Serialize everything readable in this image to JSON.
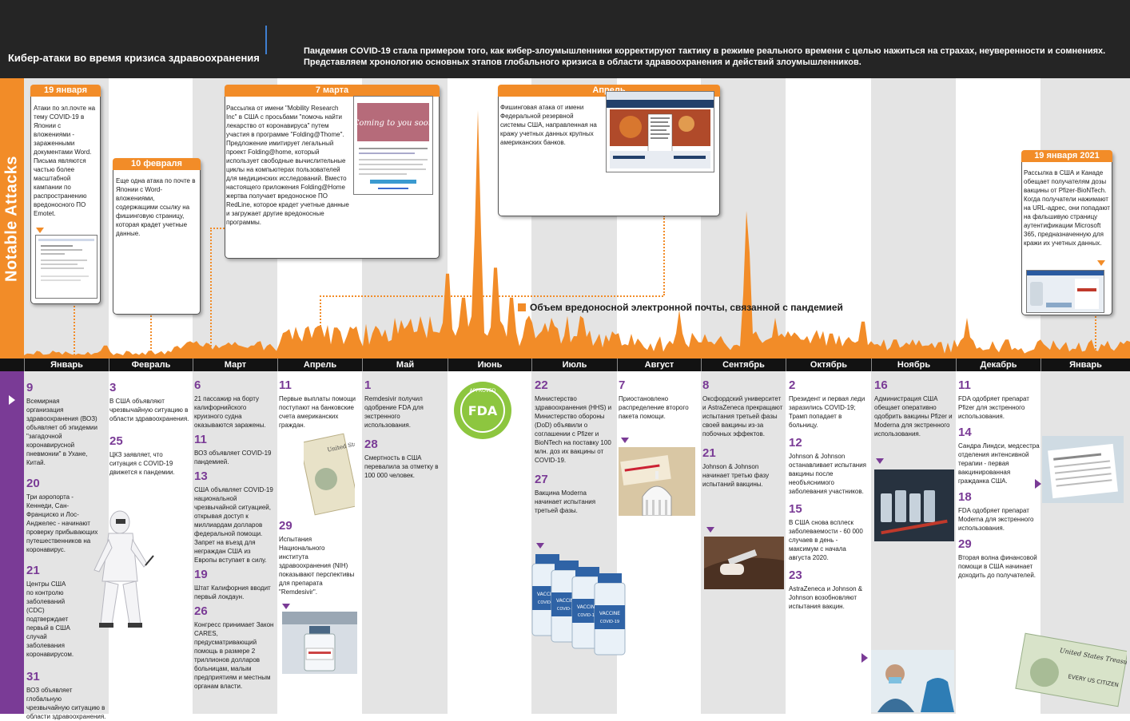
{
  "header": {
    "title": "Кибер-атаки во время кризиса здравоохранения",
    "intro": "Пандемия COVID-19 стала  примером того, как кибер-злоумышленники корректируют тактику в режиме реального времени с целью нажиться на страхах, неуверенности и сомнениях. Представляем хронологию основных этапов глобального кризиса в области здравоохранения и действий злоумышленников."
  },
  "sidebar_label": "Notable Attacks",
  "legend_label": "Объем вредоносной электронной почты, связанной с пандемией",
  "colors": {
    "orange": "#f28c28",
    "purple": "#7a3b96",
    "dark": "#252525",
    "grey_band": "#e4e4e4"
  },
  "months": [
    "Январь",
    "Февраль",
    "Март",
    "Апрель",
    "Май",
    "Июнь",
    "Июль",
    "Август",
    "Сентябрь",
    "Октябрь",
    "Ноябрь",
    "Декабрь",
    "Январь"
  ],
  "attacks": [
    {
      "date": "19 января",
      "text": "Атаки по эл.почте на тему COVID-19 в Японии с вложениями - зараженными документами Word. Письма являются частью более масштабной кампании по распространению вредоносного ПО Emotet."
    },
    {
      "date": "10 февраля",
      "text": "Еще одна атака по почте в Японии с Word-вложениями, содержащими ссылку на фишинговую страницу, которая крадет учетные данные."
    },
    {
      "date": "7 марта",
      "text": "Рассылка от имени \"Mobility Research Inc\" в США с просьбами \"помочь найти лекарство от коронавируса\" путем участия в программе \"Folding@Thome\". Предложение имитирует легальный проект Folding@home, который использует свободные вычислительные циклы на компьютерах пользователей для медицинских исследований. Вместо настоящего приложения Folding@Home жертва получает вредоносное ПО RedLine, которое крадет учетные данные и загружает другие вредоносные программы.",
      "image_text": "Coming to you soon"
    },
    {
      "date": "Апрель",
      "text": "Фишинговая атака от имени Федеральной резервной системы США, направленная на кражу учетных данных крупных американских банков."
    },
    {
      "date": "19 января 2021",
      "text": "Рассылка в США и Канаде обещает получателям дозы вакцины от Pfizer-BioNTech. Когда получатели нажимают на URL-адрес, они попадают на фальшивую страницу аутентификации Microsoft 365, предназначенную для кражи их учетных данных."
    }
  ],
  "events": [
    {
      "month": "Январь",
      "items": [
        {
          "day": "9",
          "text": "Всемирная организация здравоохранения (ВОЗ) объявляет об эпидемии \"загадочной коронавирусной пневмонии\" в Ухане, Китай."
        },
        {
          "day": "20",
          "text": "Три аэропорта - Кеннеди, Сан-Франциско и Лос-Анджелес - начинают проверку прибывающих путешественников на коронавирус."
        },
        {
          "day": "21",
          "text": "Центры США по контролю заболеваний (CDC) подтверждает первый в США случай заболевания коронавирусом."
        },
        {
          "day": "31",
          "text": "ВОЗ объявляет глобальную чрезвычайную ситуацию в области здравоохранения."
        }
      ]
    },
    {
      "month": "Февраль",
      "items": [
        {
          "day": "3",
          "text": "В США объявляют чрезвычайную ситуацию в области здравоохранения."
        },
        {
          "day": "25",
          "text": "ЦКЗ заявляет, что ситуация с COVID-19 движется к пандемии."
        }
      ]
    },
    {
      "month": "Март",
      "items": [
        {
          "day": "6",
          "text": "21 пассажир на борту калифорнийского круизного судна оказываются заражены."
        },
        {
          "day": "11",
          "text": "ВОЗ объявляет COVID-19 пандемией."
        },
        {
          "day": "13",
          "text": "США объявляет COVID-19 национальной чрезвычайной ситуацией, открывая доступ к миллиардам долларов федеральной помощи. Запрет на въезд для неграждан США из Европы вступает в силу."
        },
        {
          "day": "19",
          "text": "Штат Калифорния вводит первый локдаун."
        },
        {
          "day": "26",
          "text": "Конгресс принимает Закон CARES, предусматривающий помощь в размере 2 триллионов долларов больницам, малым предприятиям и местным органам власти."
        }
      ]
    },
    {
      "month": "Апрель",
      "items": [
        {
          "day": "11",
          "text": "Первые выплаты помощи поступают на банковские счета американских граждан."
        },
        {
          "day": "29",
          "text": "Испытания Национального института здравоохранения (NIH) показывают перспективы для препарата \"Remdesivir\"."
        }
      ]
    },
    {
      "month": "Май",
      "items": [
        {
          "day": "1",
          "text": "Remdesivir получил одобрение FDA для экстренного использования."
        },
        {
          "day": "28",
          "text": "Смертность в США перевалила за отметку в 100 000 человек."
        }
      ]
    },
    {
      "month": "Июль",
      "items": [
        {
          "day": "22",
          "text": "Министерство здравоохранения (HHS) и Министерство обороны (DoD) объявили о соглашении с Pfizer и BioNTech на поставку 100 млн. доз их вакцины от COVID-19."
        },
        {
          "day": "27",
          "text": "Вакцина Moderna начинает испытания третьей фазы."
        }
      ]
    },
    {
      "month": "Август",
      "items": [
        {
          "day": "7",
          "text": "Приостановлено распределение второго пакета помощи."
        }
      ]
    },
    {
      "month": "Сентябрь",
      "items": [
        {
          "day": "8",
          "text": "Оксфордский университет и AstraZeneca прекращают испытания третьей фазы своей вакцины из-за побочных эффектов."
        },
        {
          "day": "21",
          "text": "Johnson & Johnson начинает третью фазу испытаний вакцины."
        }
      ]
    },
    {
      "month": "Октябрь",
      "items": [
        {
          "day": "2",
          "text": "Президент и первая леди заразились COVID-19; Трамп попадает в больницу."
        },
        {
          "day": "12",
          "text": "Johnson & Johnson останавливает испытания вакцины после необъяснимого заболевания участников."
        },
        {
          "day": "15",
          "text": "В США снова всплеск заболеваемости - 60 000 случаев в день - максимум с начала августа 2020."
        },
        {
          "day": "23",
          "text": "AstraZeneca и Johnson & Johnson возобновляют испытания вакцин."
        }
      ]
    },
    {
      "month": "Ноябрь",
      "items": [
        {
          "day": "16",
          "text": "Администрация США обещает оперативно одобрить вакцины Pfizer и Moderna для экстренного использования."
        }
      ]
    },
    {
      "month": "Декабрь",
      "items": [
        {
          "day": "11",
          "text": "FDA одобряет препарат Pfizer для экстренного использования."
        },
        {
          "day": "14",
          "text": "Сандра Линдси, медсестра отделения интенсивной терапии - первая вакцинированная гражданка США."
        },
        {
          "day": "18",
          "text": "FDA одобряет препарат Moderna для экстренного использования."
        },
        {
          "day": "29",
          "text": "Вторая волна финансовой помощи в США начинает доходить до получателей."
        }
      ]
    }
  ],
  "images": {
    "fda_seal": "FDA",
    "fda_approved": "APPROVED",
    "vaccine_label": "VACCINE",
    "vaccine_sub": "COVID-19",
    "treasury_check": "United States Treasury",
    "check_text": "EVERY US CITIZEN"
  }
}
